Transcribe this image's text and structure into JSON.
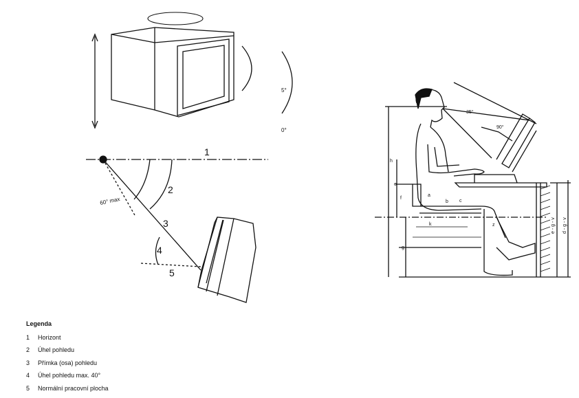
{
  "left_diagram": {
    "labels": {
      "n1": "1",
      "n2": "2",
      "n3": "3",
      "n4": "4",
      "n5": "5",
      "angle_60": "60° max",
      "cut_a": "5°",
      "cut_b": "0°"
    }
  },
  "right_diagram": {
    "angle_35": "35°",
    "angle_90": "90°",
    "dim_letters": [
      "h",
      "e",
      "f",
      "a",
      "b",
      "c",
      "k",
      "z",
      "g"
    ],
    "side_dims": [
      "e - g - v",
      "d - g - v"
    ]
  },
  "legend": {
    "title": "Legenda",
    "items": [
      {
        "num": "1",
        "text": "Horizont"
      },
      {
        "num": "2",
        "text": "Úhel pohledu"
      },
      {
        "num": "3",
        "text": "Přímka (osa) pohledu"
      },
      {
        "num": "4",
        "text": "Úhel pohledu max. 40°"
      },
      {
        "num": "5",
        "text": "Normální pracovní plocha"
      }
    ]
  }
}
